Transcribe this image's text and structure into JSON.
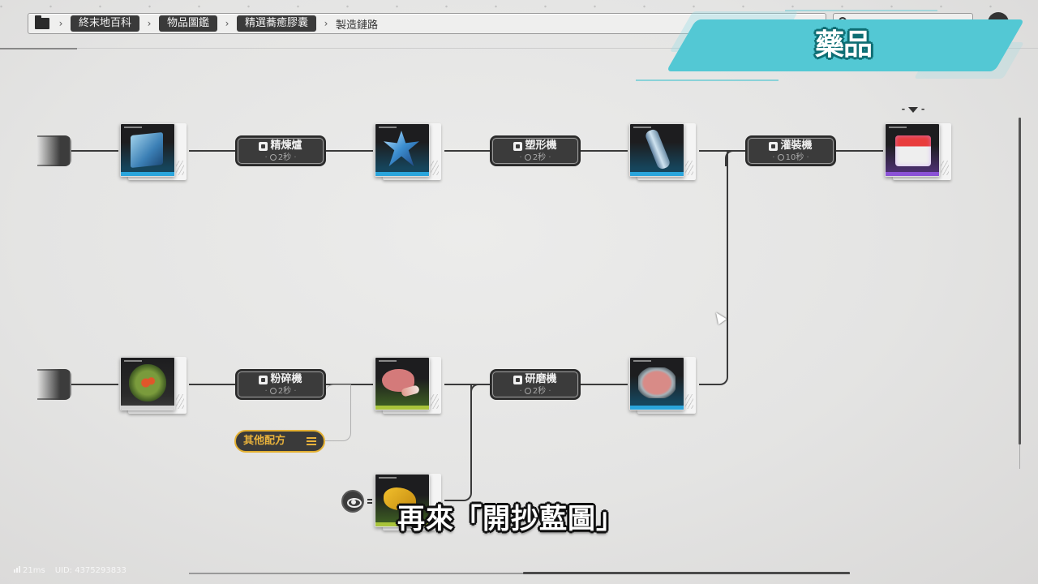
{
  "breadcrumb": {
    "root_icon": "folder-icon",
    "items": [
      "終末地百科",
      "物品圖鑑",
      "精選蕎癒膠囊"
    ],
    "current": "製造鏈路"
  },
  "category_banner": {
    "label": "藥品",
    "color": "#53c8d4"
  },
  "chain": {
    "top_row": [
      {
        "type": "item",
        "name": "blue-crystal-block",
        "rarity_color": "#2aa5dc"
      },
      {
        "type": "machine",
        "name": "精煉爐",
        "time": "2秒",
        "icon": "refinery-icon"
      },
      {
        "type": "item",
        "name": "crystal-shard",
        "rarity_color": "#2aa5dc"
      },
      {
        "type": "machine",
        "name": "塑形機",
        "time": "2秒",
        "icon": "shaper-icon"
      },
      {
        "type": "item",
        "name": "crystal-bottle",
        "rarity_color": "#2aa5dc"
      },
      {
        "type": "machine",
        "name": "灌裝機",
        "time": "10秒",
        "icon": "filler-icon"
      },
      {
        "type": "item",
        "name": "selected-capsule-pack",
        "rarity_color": "#8b52d6"
      }
    ],
    "bottom_row": [
      {
        "type": "item",
        "name": "berry-bush",
        "rarity_color": "#d4d4d4"
      },
      {
        "type": "machine",
        "name": "粉碎機",
        "time": "2秒",
        "icon": "crusher-icon"
      },
      {
        "type": "item",
        "name": "plant-powder-capsule",
        "rarity_color": "#a9c43a"
      },
      {
        "type": "machine",
        "name": "研磨機",
        "time": "2秒",
        "icon": "grinder-icon"
      },
      {
        "type": "item",
        "name": "ground-powder-dish",
        "rarity_color": "#2aa5dc"
      }
    ],
    "side_input": {
      "type": "item",
      "name": "yellow-ore",
      "rarity_color": "#a9c43a"
    }
  },
  "other_recipes": {
    "label": "其他配方",
    "icon": "list-icon"
  },
  "status": {
    "ping": "21ms",
    "uid": "UID: 4375293833"
  },
  "subtitle": "再來「開抄藍圖」"
}
